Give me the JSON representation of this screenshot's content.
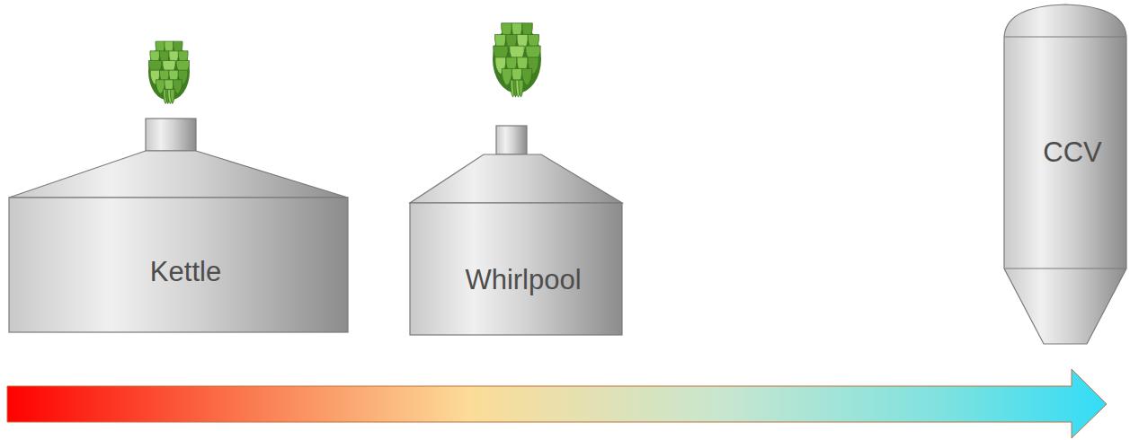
{
  "diagram": {
    "nodes": [
      {
        "text": [
          "Kettle"
        ]
      },
      {
        "text": [
          "Whirlpool"
        ]
      },
      {
        "text": [
          "CCV"
        ]
      }
    ]
  }
}
